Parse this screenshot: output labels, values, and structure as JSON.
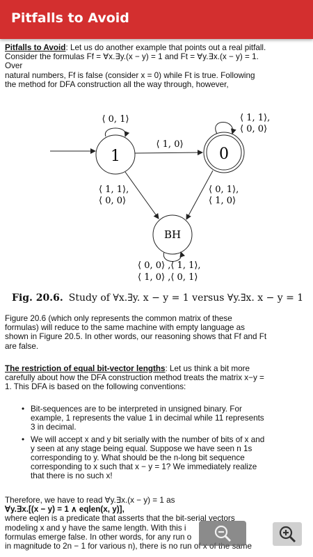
{
  "appbar": {
    "title": "Pitfalls to Avoid"
  },
  "intro": {
    "heading": "Pitfalls to Avoid",
    "line1": ": Let us do another example that points out a real pitfall.",
    "line2": "Consider the formulas Ff = ∀x.∃y.(x − y) = 1 and Ft = ∀y.∃x.(x − y) = 1.",
    "line3": "Over",
    "line4": "natural numbers, Ff is false (consider x = 0) while Ft is true. Following",
    "line5": "the method for DFA construction all the way through, however,"
  },
  "figure": {
    "state1": "1",
    "state0": "0",
    "stateBH": "BH",
    "loop1": "⟨ 0, 1⟩",
    "loop0a": "⟨ 1, 1⟩,",
    "loop0b": "⟨ 0, 0⟩",
    "edge10": "⟨ 1, 0⟩",
    "edge1bh_a": "⟨ 1, 1⟩,",
    "edge1bh_b": "⟨ 0, 0⟩",
    "edge0bh_a": "⟨ 0, 1⟩,",
    "edge0bh_b": "⟨ 1, 0⟩",
    "loopbh_a": "⟨ 0, 0⟩ ,⟨ 1, 1⟩,",
    "loopbh_b": "⟨ 1, 0⟩ ,⟨ 0, 1⟩",
    "caption_label": "Fig. 20.6.",
    "caption_text": "Study of ∀x.∃y. x − y = 1 versus ∀y.∃x. x − y = 1"
  },
  "para2": {
    "l1": "Figure 20.6 (which only represents the common matrix of these",
    "l2": "formulas) will reduce to the same machine with empty language as",
    "l3": "shown in Figure 20.5. In other words, our reasoning shows that Ff and Ft",
    "l4": "are false."
  },
  "para3": {
    "heading": "The restriction of equal bit-vector lengths",
    "l1": ": Let us think a bit more",
    "l2": "carefully about how the DFA construction method treats the matrix x−y =",
    "l3": "1. This DFA is based on the following conventions:"
  },
  "bullets": [
    {
      "l1": "Bit-sequences are to be interpreted in unsigned binary. For",
      "l2": "example, 1 represents the value 1 in decimal while 11 represents",
      "l3": "3 in decimal.",
      "l4": "",
      "l5": ""
    },
    {
      "l1": "We will accept x and y bit serially with the number of bits of x and",
      "l2": "y seen at any stage being equal. Suppose we have seen n 1s",
      "l3": "corresponding to y. What should be the n-long bit sequence",
      "l4": "corresponding to x such that x − y = 1? We immediately realize",
      "l5": "that there is no such x!"
    }
  ],
  "para4": {
    "l1": "Therefore, we have to read ∀y.∃x.(x − y) = 1 as",
    "l2": "∀y.∃x.[(x − y) = 1 ∧ eqlen(x, y)],",
    "l3": "where eqlen is a predicate that asserts that the bit-serial vectors",
    "l4": "modeling x and y have the same length. With this i",
    "l5": "formulas emerge false. In other words, for any run o",
    "l6": "in magnitude to 2n − 1 for various n), there is no run of x of the same"
  }
}
